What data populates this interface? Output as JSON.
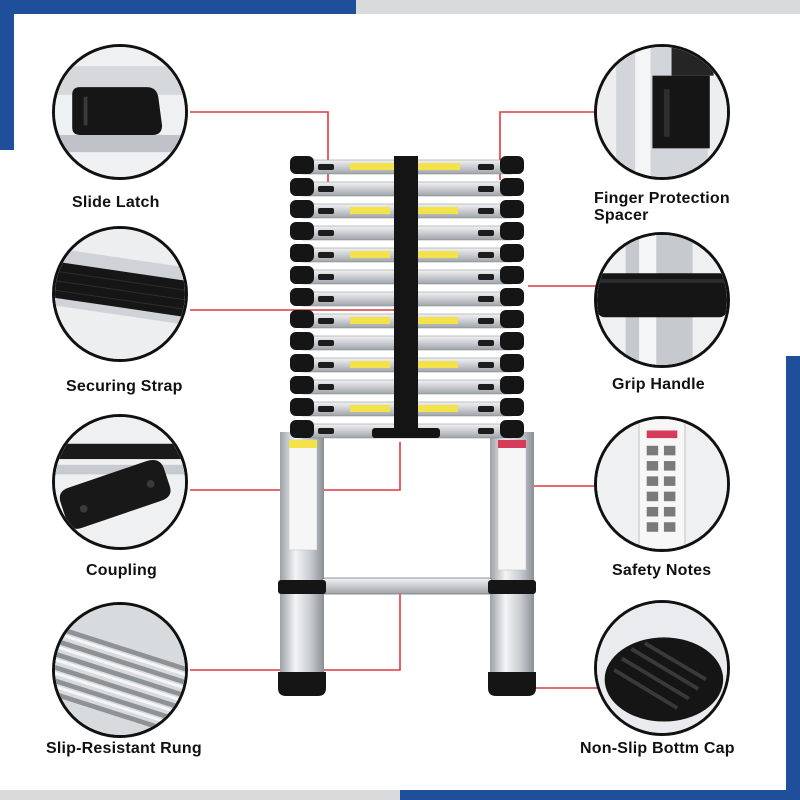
{
  "labels": {
    "slide_latch": "Slide Latch",
    "securing_strap": "Securing Strap",
    "coupling": "Coupling",
    "slip_resistant_rung": "Slip-Resistant Rung",
    "finger_protection_spacer": "Finger Protection Spacer",
    "grip_handle": "Grip Handle",
    "safety_notes": "Safety Notes",
    "non_slip_bottom_cap": "Non-Slip Bottm Cap"
  },
  "colors": {
    "accent_blue": "#1f4f9a",
    "leader_red": "#e0393f",
    "frame_black": "#151515",
    "rung_yellow": "#f3e24a",
    "aluminium": "#d4d7db"
  }
}
